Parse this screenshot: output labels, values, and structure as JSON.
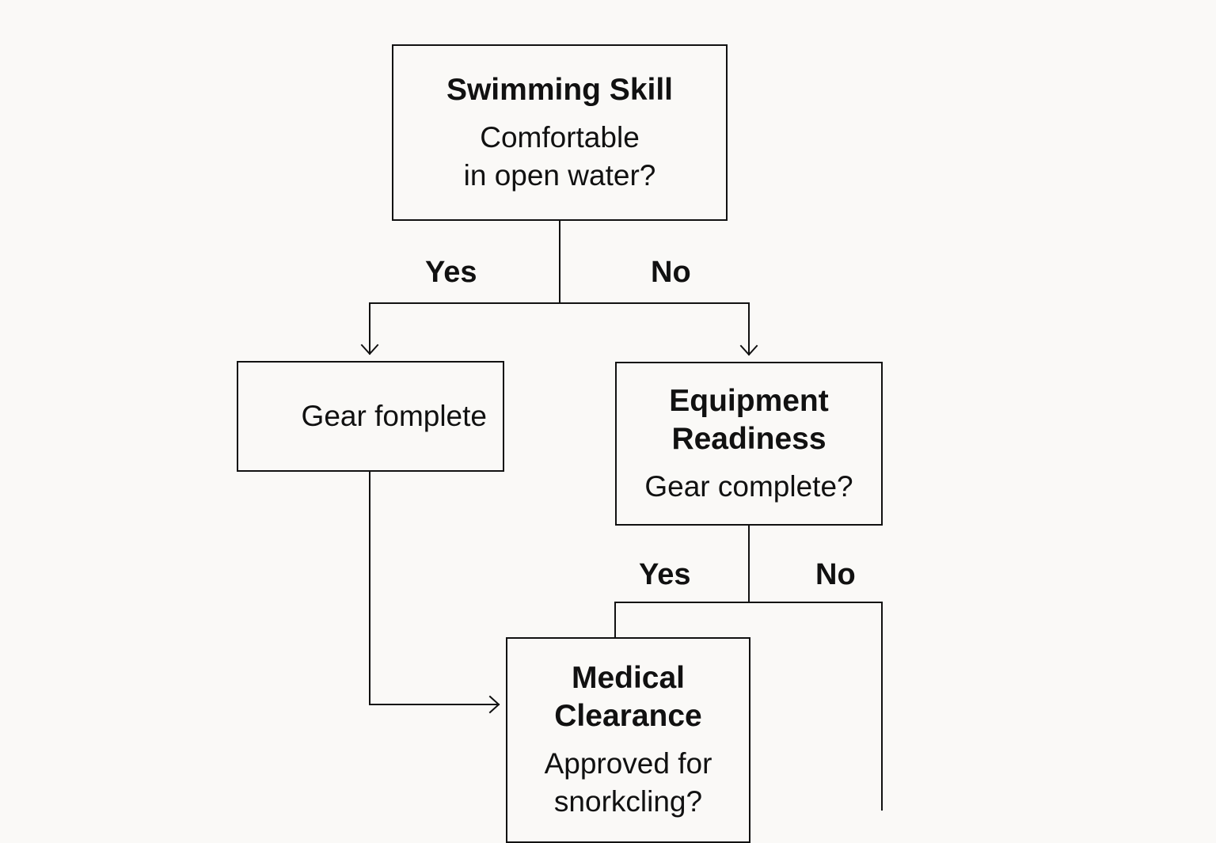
{
  "nodes": {
    "swimming": {
      "title": "Swimming Skill",
      "line1": "Comfortable",
      "line2": "in open water?"
    },
    "gear": {
      "text": "Gear fomplete"
    },
    "equipment": {
      "title_line1": "Equipment",
      "title_line2": "Readiness",
      "question": "Gear complete?"
    },
    "medical": {
      "title_line1": "Medical",
      "title_line2": "Clearance",
      "line1": "Approved for",
      "line2": "snorkcling?"
    }
  },
  "branches": {
    "swimming_yes": "Yes",
    "swimming_no": "No",
    "equipment_yes": "Yes",
    "equipment_no": "No"
  },
  "colors": {
    "background": "#faf9f7",
    "line": "#111111",
    "text": "#111111"
  }
}
